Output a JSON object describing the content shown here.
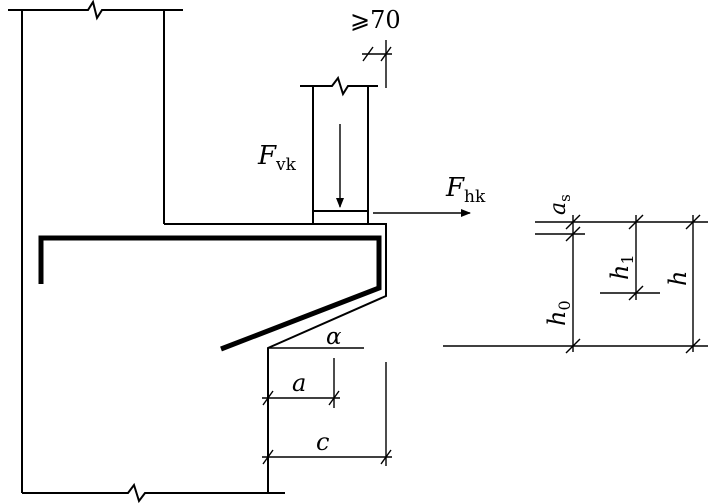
{
  "labels": {
    "dim_ge70": "⩾70",
    "fvk_main": "F",
    "fvk_sub": "vk",
    "fhk_main": "F",
    "fhk_sub": "hk",
    "as_main": "a",
    "as_sub": "s",
    "h1_main": "h",
    "h1_sub": "1",
    "h0_main": "h",
    "h0_sub": "0",
    "h": "h",
    "alpha": "α",
    "a": "a",
    "c": "c"
  }
}
